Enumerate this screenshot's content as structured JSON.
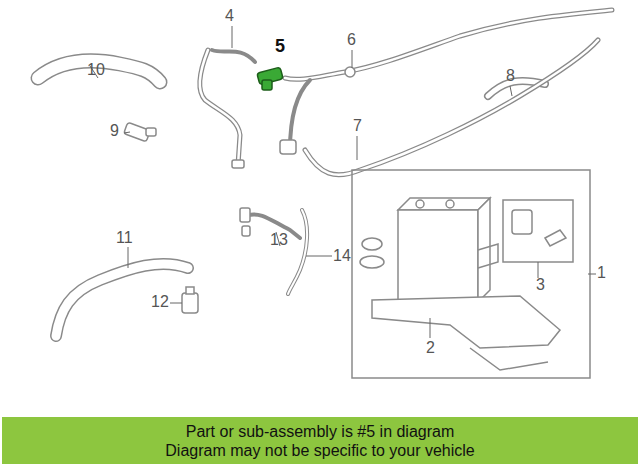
{
  "diagram": {
    "nodes": [
      {
        "text": [
          "Part or sub-assembly is #5 in diagram",
          "Diagram may not be specific to your vehicle"
        ]
      }
    ],
    "labels": [
      "4",
      "5",
      "6",
      "10",
      "8",
      "9",
      "7",
      "11",
      "13",
      "14",
      "3",
      "1",
      "12",
      "2"
    ]
  }
}
